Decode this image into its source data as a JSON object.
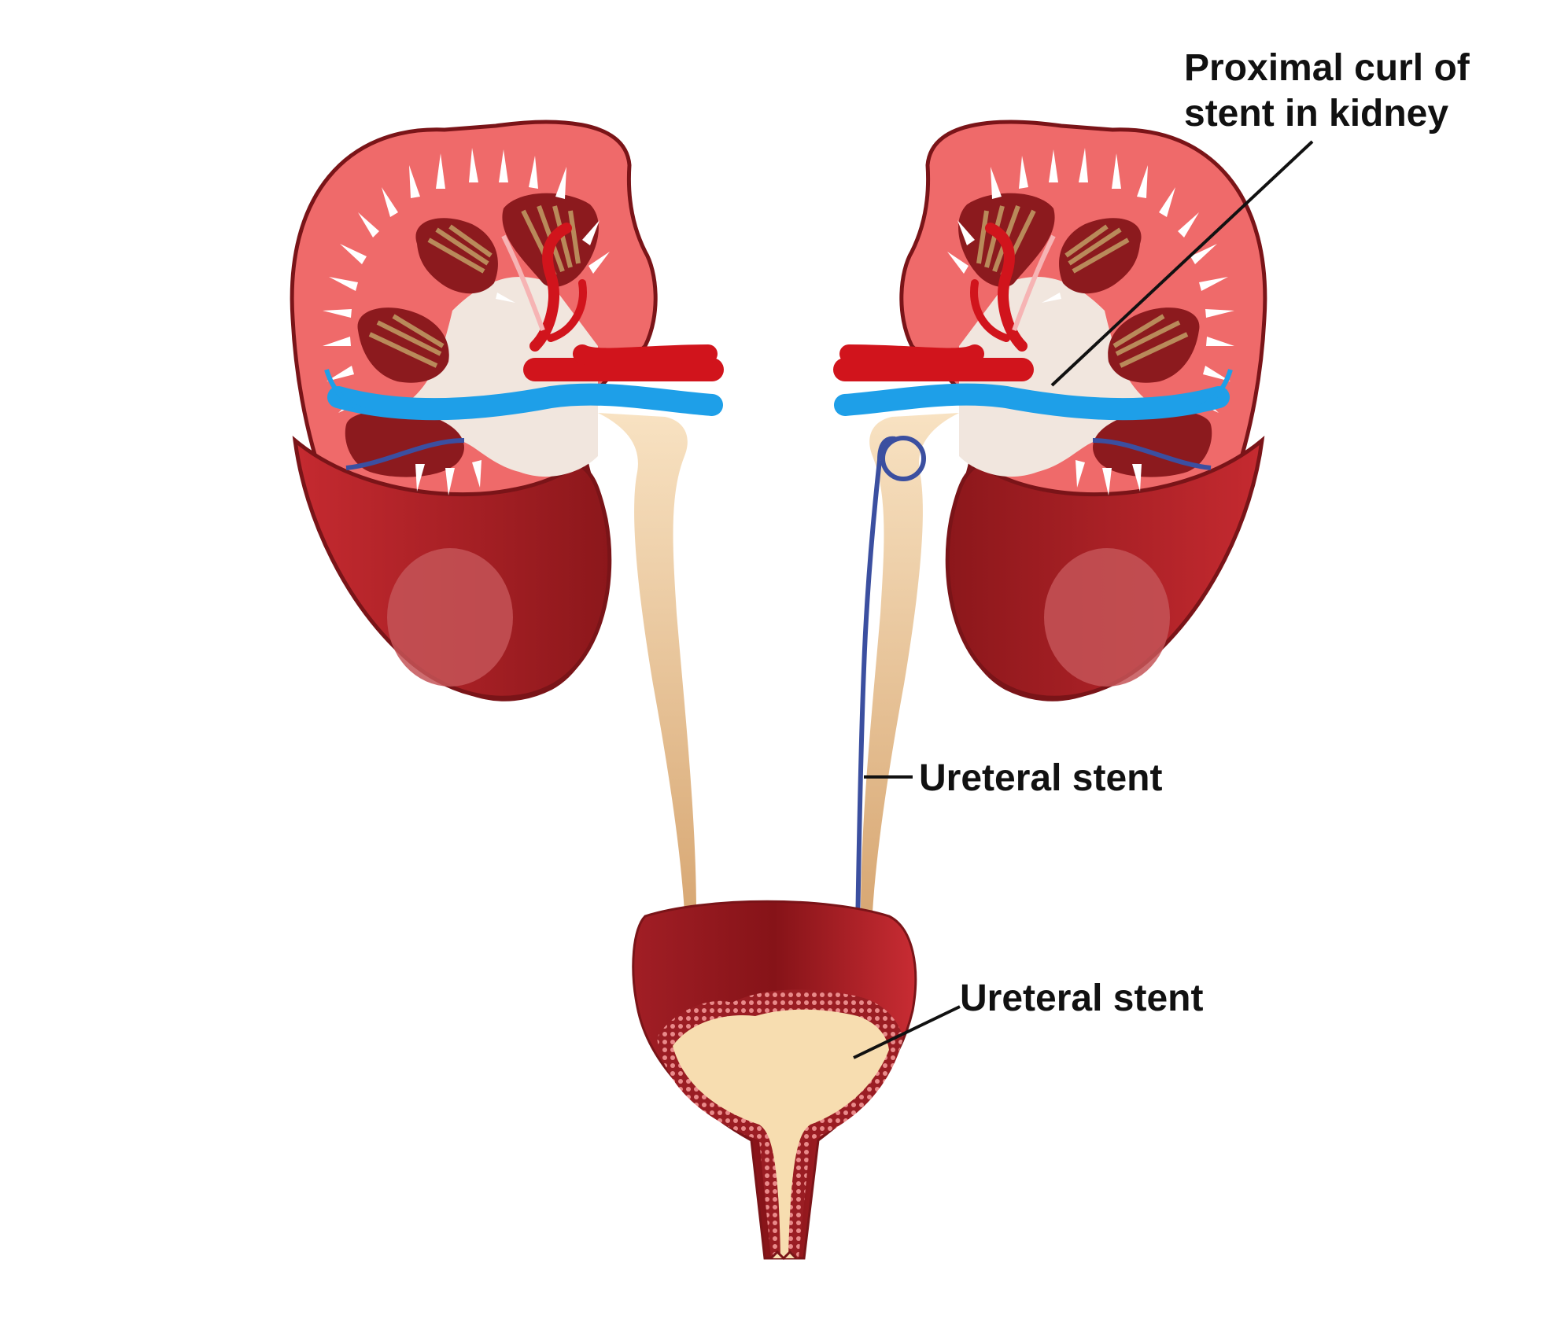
{
  "labels": {
    "proximal_curl_line1": "Proximal curl of",
    "proximal_curl_line2": "stent in kidney",
    "ureteral_stent_upper": "Ureteral stent",
    "ureteral_stent_lower": "Ureteral stent"
  },
  "colors": {
    "capsule": "#7a1418",
    "cortex": "#ef6a6a",
    "lower_pole": "#b0242a",
    "pyramid": "#8c5a3c",
    "sinus": "#f1e6de",
    "ureter": "#f6d8ad",
    "artery": "#d1141c",
    "vein": "#1e9fe8",
    "stent": "#3b4fa0",
    "bladder": "#a5242b",
    "bladder_lumen": "#f7ddb0"
  }
}
